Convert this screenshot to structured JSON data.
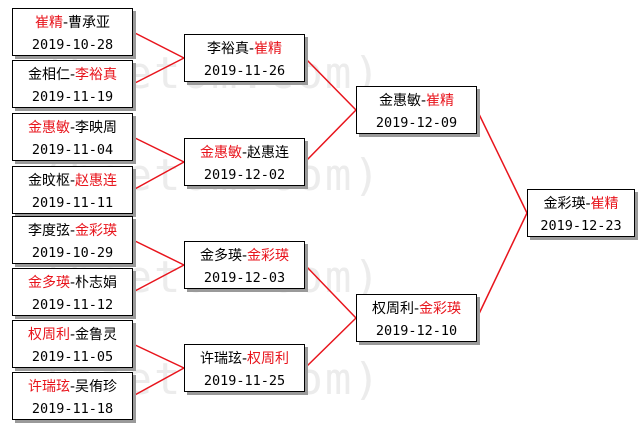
{
  "watermark": "(hoetom.com)",
  "colors": {
    "winner": "#e8141c",
    "connector": "#e8141c",
    "text": "#000000",
    "shadow": "#9a9a9a"
  },
  "matches": [
    {
      "id": "r1m1",
      "p1": "崔精",
      "sep": "-",
      "p2": "曹承亚",
      "winner": 1,
      "date": "2019-10-28"
    },
    {
      "id": "r1m2",
      "p1": "金相仁",
      "sep": "-",
      "p2": "李裕真",
      "winner": 2,
      "date": "2019-11-19"
    },
    {
      "id": "r1m3",
      "p1": "金惠敏",
      "sep": "-",
      "p2": "李映周",
      "winner": 1,
      "date": "2019-11-04"
    },
    {
      "id": "r1m4",
      "p1": "金旼枢",
      "sep": "-",
      "p2": "赵惠连",
      "winner": 2,
      "date": "2019-11-11"
    },
    {
      "id": "r1m5",
      "p1": "李度弦",
      "sep": "-",
      "p2": "金彩瑛",
      "winner": 2,
      "date": "2019-10-29"
    },
    {
      "id": "r1m6",
      "p1": "金多瑛",
      "sep": "-",
      "p2": "朴志娟",
      "winner": 1,
      "date": "2019-11-12"
    },
    {
      "id": "r1m7",
      "p1": "权周利",
      "sep": "-",
      "p2": "金鲁灵",
      "winner": 1,
      "date": "2019-11-05"
    },
    {
      "id": "r1m8",
      "p1": "许瑞玹",
      "sep": "-",
      "p2": "吴侑珍",
      "winner": 1,
      "date": "2019-11-18"
    },
    {
      "id": "r2m1",
      "p1": "李裕真",
      "sep": "-",
      "p2": "崔精",
      "winner": 2,
      "date": "2019-11-26"
    },
    {
      "id": "r2m2",
      "p1": "金惠敏",
      "sep": "-",
      "p2": "赵惠连",
      "winner": 1,
      "date": "2019-12-02"
    },
    {
      "id": "r2m3",
      "p1": "金多瑛",
      "sep": "-",
      "p2": "金彩瑛",
      "winner": 2,
      "date": "2019-12-03"
    },
    {
      "id": "r2m4",
      "p1": "许瑞玹",
      "sep": "-",
      "p2": "权周利",
      "winner": 2,
      "date": "2019-11-25"
    },
    {
      "id": "r3m1",
      "p1": "金惠敏",
      "sep": "-",
      "p2": "崔精",
      "winner": 2,
      "date": "2019-12-09"
    },
    {
      "id": "r3m2",
      "p1": "权周利",
      "sep": "-",
      "p2": "金彩瑛",
      "winner": 2,
      "date": "2019-12-10"
    },
    {
      "id": "final",
      "p1": "金彩瑛",
      "sep": "-",
      "p2": "崔精",
      "winner": 2,
      "date": "2019-12-23"
    }
  ]
}
